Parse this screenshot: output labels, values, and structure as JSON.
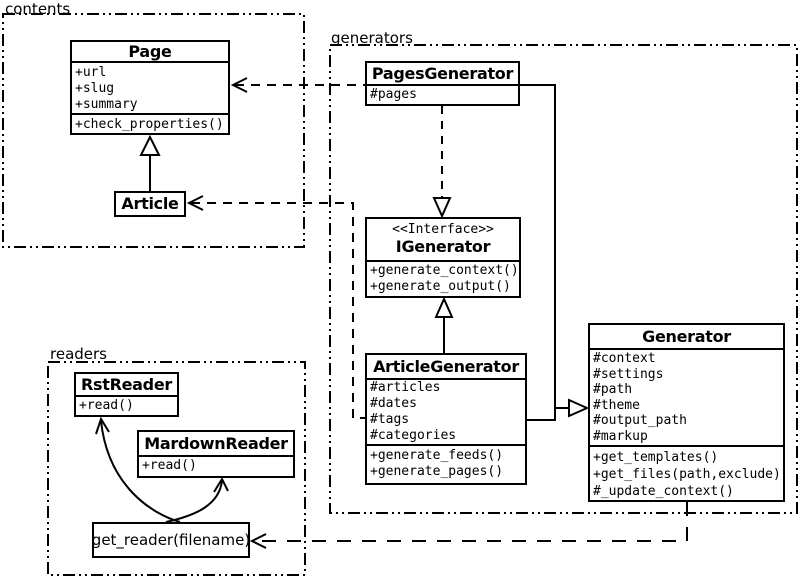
{
  "packages": [
    {
      "label": "contents"
    },
    {
      "label": "generators"
    },
    {
      "label": "readers"
    }
  ],
  "classes": [
    {
      "name": "Page",
      "attributes": [
        "+url",
        "+slug",
        "+summary"
      ],
      "methods": [
        "+check_properties()"
      ]
    },
    {
      "name": "Article",
      "attributes": [],
      "methods": []
    },
    {
      "name": "PagesGenerator",
      "attributes": [
        "#pages"
      ],
      "methods": []
    },
    {
      "stereotype": "<<Interface>>",
      "name": "IGenerator",
      "attributes": [],
      "methods": [
        "+generate_context()",
        "+generate_output()"
      ]
    },
    {
      "name": "ArticleGenerator",
      "attributes": [
        "#articles",
        "#dates",
        "#tags",
        "#categories"
      ],
      "methods": [
        "+generate_feeds()",
        "+generate_pages()"
      ]
    },
    {
      "name": "Generator",
      "attributes": [
        "#context",
        "#settings",
        "#path",
        "#theme",
        "#output_path",
        "#markup"
      ],
      "methods": [
        "+get_templates()",
        "+get_files(path,exclude)",
        "#_update_context()"
      ]
    },
    {
      "name": "RstReader",
      "attributes": [],
      "methods": [
        "+read()"
      ]
    },
    {
      "name": "MardownReader",
      "attributes": [],
      "methods": [
        "+read()"
      ]
    }
  ],
  "nodes": [
    {
      "label": "get_reader(filename)"
    }
  ],
  "relationships": [
    {
      "type": "inheritance",
      "from": "Article",
      "to": "Page"
    },
    {
      "type": "dependency-dashed",
      "from": "PagesGenerator",
      "to": "Page"
    },
    {
      "type": "dependency-dashed",
      "from": "PagesGenerator",
      "to": "IGenerator"
    },
    {
      "type": "realization",
      "from": "ArticleGenerator",
      "to": "IGenerator"
    },
    {
      "type": "inheritance",
      "from": "PagesGenerator",
      "to": "Generator"
    },
    {
      "type": "inheritance",
      "from": "ArticleGenerator",
      "to": "Generator"
    },
    {
      "type": "dependency-dashed",
      "from": "ArticleGenerator",
      "to": "Article"
    },
    {
      "type": "dependency-dashed",
      "from": "Generator",
      "to": "get_reader(filename)"
    },
    {
      "type": "arrow-curved",
      "from": "get_reader(filename)",
      "to": "RstReader"
    },
    {
      "type": "arrow-curved",
      "from": "get_reader(filename)",
      "to": "MardownReader"
    }
  ],
  "colors": {
    "line": "#000000",
    "background": "#ffffff"
  }
}
